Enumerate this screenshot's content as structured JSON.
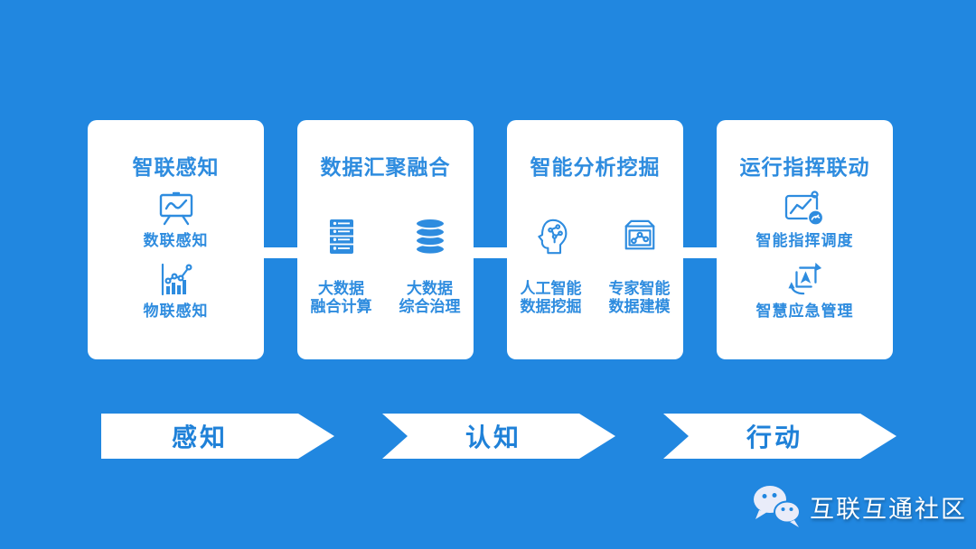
{
  "page": {
    "background_color": "#2187E0",
    "accent_color": "#2E8CDF"
  },
  "cards": [
    {
      "title": "智联感知",
      "items": [
        {
          "icon": "presentation-chart-icon",
          "label": "数联感知"
        },
        {
          "icon": "growth-chart-icon",
          "label": "物联感知"
        }
      ]
    },
    {
      "title": "数据汇聚融合",
      "items": [
        {
          "icon": "server-rack-icon",
          "label_line1": "大数据",
          "label_line2": "融合计算"
        },
        {
          "icon": "database-icon",
          "label_line1": "大数据",
          "label_line2": "综合治理"
        }
      ]
    },
    {
      "title": "智能分析挖掘",
      "items": [
        {
          "icon": "ai-head-icon",
          "label_line1": "人工智能",
          "label_line2": "数据挖掘"
        },
        {
          "icon": "model-box-icon",
          "label_line1": "专家智能",
          "label_line2": "数据建模"
        }
      ]
    },
    {
      "title": "运行指挥联动",
      "items": [
        {
          "icon": "command-dashboard-icon",
          "label": "智能指挥调度"
        },
        {
          "icon": "sync-arrow-icon",
          "label": "智慧应急管理"
        }
      ]
    }
  ],
  "flow_arrows": [
    {
      "label": "感知"
    },
    {
      "label": "认知"
    },
    {
      "label": "行动"
    }
  ],
  "watermark": {
    "icon": "wechat-icon",
    "text": "互联互通社区"
  }
}
